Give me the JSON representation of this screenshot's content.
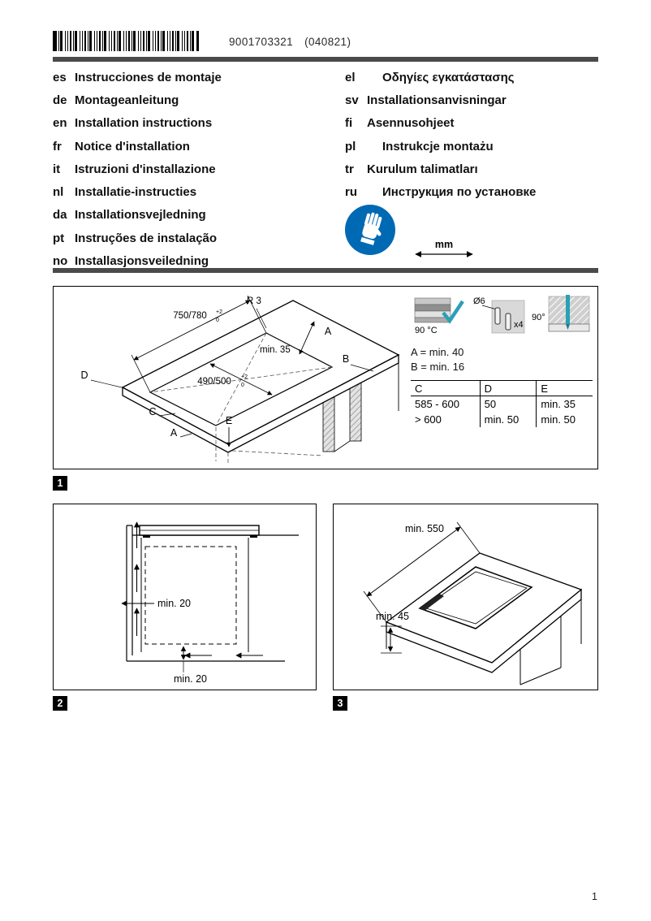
{
  "colors": {
    "sign_blue": "#0069b4",
    "accent_teal": "#2aa0b5"
  },
  "header": {
    "barcode_number": "9001703321",
    "date_code": "(040821)"
  },
  "languages": {
    "left": [
      {
        "code": "es",
        "label": "Instrucciones de montaje"
      },
      {
        "code": "de",
        "label": "Montageanleitung"
      },
      {
        "code": "en",
        "label": "Installation instructions"
      },
      {
        "code": "fr",
        "label": "Notice d'installation"
      },
      {
        "code": "it",
        "label": "Istruzioni d'installazione"
      },
      {
        "code": "nl",
        "label": "Installatie-instructies"
      },
      {
        "code": "da",
        "label": "Installationsvejledning"
      },
      {
        "code": "pt",
        "label": "Instruções de instalação"
      },
      {
        "code": "no",
        "label": "Installasjonsveiledning"
      }
    ],
    "right": [
      {
        "code": "el",
        "label": "Οδηγίες εγκατάστασης"
      },
      {
        "code": "sv",
        "label": "Installationsanvisningar"
      },
      {
        "code": "fi",
        "label": "Asennusohjeet"
      },
      {
        "code": "pl",
        "label": "Instrukcje montażu"
      },
      {
        "code": "tr",
        "label": "Kurulum talimatları"
      },
      {
        "code": "ru",
        "label": "Инструкция по установке"
      }
    ]
  },
  "symbols": {
    "mm_label": "mm",
    "gloves_icon_meaning": "wear-protective-gloves"
  },
  "figure1": {
    "badge": "1",
    "drawing": {
      "dim_width": "750/780",
      "dim_width_tol_plus": "+2",
      "dim_width_tol_minus": "0",
      "radius": "R 3",
      "min_rear": "min. 35",
      "dim_depth": "490/500",
      "dim_depth_tol_plus": "+2",
      "dim_depth_tol_minus": "0",
      "label_a_top": "A",
      "label_b": "B",
      "label_c": "C",
      "label_d": "D",
      "label_e": "E",
      "label_a_bottom": "A"
    },
    "panel": {
      "icon1_temp": "90 °C",
      "icon2_dia": "Ø6",
      "icon2_qty": "x4",
      "icon3_angle": "90°",
      "a_spec": "A = min. 40",
      "b_spec": "B = min. 16",
      "table": {
        "headers": [
          "C",
          "D",
          "E"
        ],
        "rows": [
          [
            "585 - 600",
            "50",
            "min. 35"
          ],
          [
            "> 600",
            "min. 50",
            "min. 50"
          ]
        ]
      }
    }
  },
  "figure2": {
    "badge": "2",
    "dim_side": "min. 20",
    "dim_bottom": "min. 20"
  },
  "figure3": {
    "badge": "3",
    "dim_top": "min. 550",
    "dim_left": "min. 45"
  },
  "footer": {
    "page_number": "1"
  }
}
